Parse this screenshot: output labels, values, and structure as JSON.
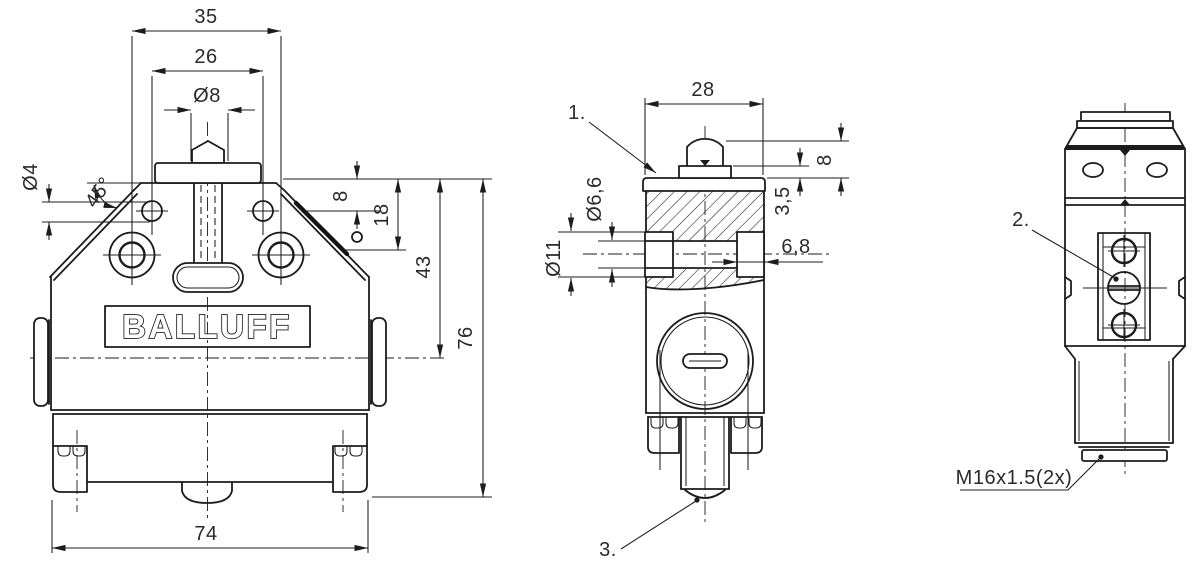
{
  "colors": {
    "ink": "#1c1c1c",
    "background": "#ffffff"
  },
  "brand": {
    "logo": "BALLUFF"
  },
  "front_view": {
    "hole_spacing_top": "35",
    "hole_spacing_inner": "26",
    "plunger_dia": "Ø8",
    "side_hole_dia": "Ø4",
    "chamfer_angle": "45°",
    "top_to_hole": "8",
    "top_to_mount": "18",
    "top_to_axis": "43",
    "height_total": "76",
    "width_total": "74"
  },
  "side_view": {
    "width": "28",
    "plunger_height": "8",
    "cap_height": "3,5",
    "bore_dia": "Ø6,6",
    "boss_dia": "Ø11",
    "boss_depth": "6,8",
    "callout_head": "1.",
    "callout_bottom": "3."
  },
  "back_view": {
    "callout_gland": "2.",
    "thread_spec": "M16x1.5(2x)"
  }
}
